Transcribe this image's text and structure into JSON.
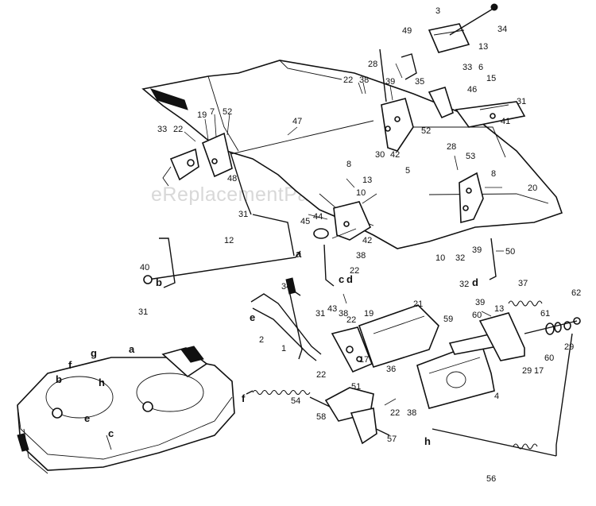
{
  "watermark": "eReplacementParts.com",
  "callouts": [
    {
      "id": "3",
      "text": "3"
    },
    {
      "id": "34a",
      "text": "34"
    },
    {
      "id": "13a",
      "text": "13"
    },
    {
      "id": "49",
      "text": "49"
    },
    {
      "id": "28a",
      "text": "28"
    },
    {
      "id": "33a",
      "text": "33"
    },
    {
      "id": "6",
      "text": "6"
    },
    {
      "id": "35",
      "text": "35"
    },
    {
      "id": "46",
      "text": "46"
    },
    {
      "id": "15",
      "text": "15"
    },
    {
      "id": "31a",
      "text": "31"
    },
    {
      "id": "41",
      "text": "41"
    },
    {
      "id": "22a",
      "text": "22"
    },
    {
      "id": "38a",
      "text": "38"
    },
    {
      "id": "39a",
      "text": "39"
    },
    {
      "id": "47",
      "text": "47"
    },
    {
      "id": "7",
      "text": "7"
    },
    {
      "id": "52a",
      "text": "52"
    },
    {
      "id": "19a",
      "text": "19"
    },
    {
      "id": "33b",
      "text": "33"
    },
    {
      "id": "22b",
      "text": "22"
    },
    {
      "id": "48",
      "text": "48"
    },
    {
      "id": "30",
      "text": "30"
    },
    {
      "id": "42a",
      "text": "42"
    },
    {
      "id": "5",
      "text": "5"
    },
    {
      "id": "52b",
      "text": "52"
    },
    {
      "id": "28b",
      "text": "28"
    },
    {
      "id": "53",
      "text": "53"
    },
    {
      "id": "8a",
      "text": "8"
    },
    {
      "id": "8b",
      "text": "8"
    },
    {
      "id": "13b",
      "text": "13"
    },
    {
      "id": "20",
      "text": "20"
    },
    {
      "id": "10a",
      "text": "10"
    },
    {
      "id": "31b",
      "text": "31"
    },
    {
      "id": "45",
      "text": "45"
    },
    {
      "id": "44",
      "text": "44"
    },
    {
      "id": "12",
      "text": "12"
    },
    {
      "id": "42b",
      "text": "42"
    },
    {
      "id": "38b",
      "text": "38"
    },
    {
      "id": "22c",
      "text": "22"
    },
    {
      "id": "10b",
      "text": "10"
    },
    {
      "id": "32a",
      "text": "32"
    },
    {
      "id": "39b",
      "text": "39"
    },
    {
      "id": "50",
      "text": "50"
    },
    {
      "id": "40",
      "text": "40"
    },
    {
      "id": "31c",
      "text": "31"
    },
    {
      "id": "34b",
      "text": "34"
    },
    {
      "id": "32b",
      "text": "32"
    },
    {
      "id": "39c",
      "text": "39"
    },
    {
      "id": "37",
      "text": "37"
    },
    {
      "id": "13c",
      "text": "13"
    },
    {
      "id": "62",
      "text": "62"
    },
    {
      "id": "21",
      "text": "21"
    },
    {
      "id": "31d",
      "text": "31"
    },
    {
      "id": "43",
      "text": "43"
    },
    {
      "id": "38c",
      "text": "38"
    },
    {
      "id": "19b",
      "text": "19"
    },
    {
      "id": "22d",
      "text": "22"
    },
    {
      "id": "2",
      "text": "2"
    },
    {
      "id": "1",
      "text": "1"
    },
    {
      "id": "17a",
      "text": "17"
    },
    {
      "id": "36",
      "text": "36"
    },
    {
      "id": "59",
      "text": "59"
    },
    {
      "id": "60a",
      "text": "60"
    },
    {
      "id": "61",
      "text": "61"
    },
    {
      "id": "29a",
      "text": "29"
    },
    {
      "id": "60b",
      "text": "60"
    },
    {
      "id": "17b",
      "text": "17"
    },
    {
      "id": "29b",
      "text": "29"
    },
    {
      "id": "22e",
      "text": "22"
    },
    {
      "id": "51",
      "text": "51"
    },
    {
      "id": "22f",
      "text": "22"
    },
    {
      "id": "38d",
      "text": "38"
    },
    {
      "id": "4",
      "text": "4"
    },
    {
      "id": "54",
      "text": "54"
    },
    {
      "id": "58",
      "text": "58"
    },
    {
      "id": "57",
      "text": "57"
    },
    {
      "id": "56",
      "text": "56"
    }
  ],
  "connection_letters": [
    {
      "id": "a1",
      "text": "a"
    },
    {
      "id": "b1",
      "text": "b"
    },
    {
      "id": "c1",
      "text": "c"
    },
    {
      "id": "d1",
      "text": "d"
    },
    {
      "id": "d2",
      "text": "d"
    },
    {
      "id": "e1",
      "text": "e"
    },
    {
      "id": "f1",
      "text": "f"
    },
    {
      "id": "h1",
      "text": "h"
    },
    {
      "id": "a2",
      "text": "a"
    },
    {
      "id": "g2",
      "text": "g"
    },
    {
      "id": "f2",
      "text": "f"
    },
    {
      "id": "h2",
      "text": "h"
    },
    {
      "id": "b2",
      "text": "b"
    },
    {
      "id": "e2",
      "text": "e"
    },
    {
      "id": "c2",
      "text": "c"
    }
  ]
}
